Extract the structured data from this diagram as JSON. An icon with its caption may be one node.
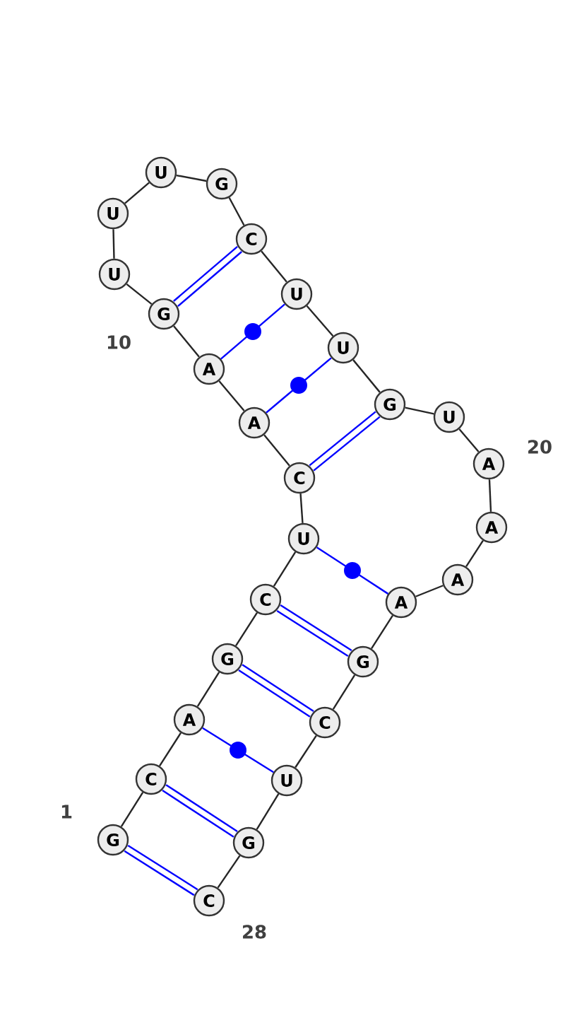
{
  "diagram": {
    "nodes": [
      {
        "text": [
          "G"
        ]
      },
      {
        "text": [
          "C"
        ]
      },
      {
        "text": [
          "A"
        ]
      },
      {
        "text": [
          "G"
        ]
      },
      {
        "text": [
          "C"
        ]
      },
      {
        "text": [
          "U"
        ]
      },
      {
        "text": [
          "C"
        ]
      },
      {
        "text": [
          "A"
        ]
      },
      {
        "text": [
          "A"
        ]
      },
      {
        "text": [
          "G"
        ]
      },
      {
        "text": [
          "U"
        ]
      },
      {
        "text": [
          "U"
        ]
      },
      {
        "text": [
          "U"
        ]
      },
      {
        "text": [
          "G"
        ]
      },
      {
        "text": [
          "C"
        ]
      },
      {
        "text": [
          "U"
        ]
      },
      {
        "text": [
          "U"
        ]
      },
      {
        "text": [
          "G"
        ]
      },
      {
        "text": [
          "U"
        ]
      },
      {
        "text": [
          "A"
        ]
      },
      {
        "text": [
          "A"
        ]
      },
      {
        "text": [
          "A"
        ]
      },
      {
        "text": [
          "A"
        ]
      },
      {
        "text": [
          "G"
        ]
      },
      {
        "text": [
          "C"
        ]
      },
      {
        "text": [
          "U"
        ]
      },
      {
        "text": [
          "G"
        ]
      },
      {
        "text": [
          "C"
        ]
      }
    ],
    "edges": [
      {
        "from": 0,
        "to": 1,
        "arrow": "none"
      },
      {
        "from": 1,
        "to": 2,
        "arrow": "none"
      },
      {
        "from": 2,
        "to": 3,
        "arrow": "none"
      },
      {
        "from": 3,
        "to": 4,
        "arrow": "none"
      },
      {
        "from": 4,
        "to": 5,
        "arrow": "none"
      },
      {
        "from": 5,
        "to": 6,
        "arrow": "none"
      },
      {
        "from": 6,
        "to": 7,
        "arrow": "none"
      },
      {
        "from": 7,
        "to": 8,
        "arrow": "none"
      },
      {
        "from": 8,
        "to": 9,
        "arrow": "none"
      },
      {
        "from": 9,
        "to": 10,
        "arrow": "none"
      },
      {
        "from": 10,
        "to": 11,
        "arrow": "none"
      },
      {
        "from": 11,
        "to": 12,
        "arrow": "none"
      },
      {
        "from": 12,
        "to": 13,
        "arrow": "none"
      },
      {
        "from": 13,
        "to": 14,
        "arrow": "none"
      },
      {
        "from": 14,
        "to": 15,
        "arrow": "none"
      },
      {
        "from": 15,
        "to": 16,
        "arrow": "none"
      },
      {
        "from": 16,
        "to": 17,
        "arrow": "none"
      },
      {
        "from": 17,
        "to": 18,
        "arrow": "none"
      },
      {
        "from": 18,
        "to": 19,
        "arrow": "none"
      },
      {
        "from": 19,
        "to": 20,
        "arrow": "none"
      },
      {
        "from": 20,
        "to": 21,
        "arrow": "none"
      },
      {
        "from": 21,
        "to": 22,
        "arrow": "none"
      },
      {
        "from": 22,
        "to": 23,
        "arrow": "none"
      },
      {
        "from": 23,
        "to": 24,
        "arrow": "none"
      },
      {
        "from": 24,
        "to": 25,
        "arrow": "none"
      },
      {
        "from": 25,
        "to": 26,
        "arrow": "none"
      },
      {
        "from": 26,
        "to": 27,
        "arrow": "none"
      },
      {
        "from": 0,
        "to": 27,
        "arrow": "none",
        "style": "thick",
        "color": "#0000ff"
      },
      {
        "from": 1,
        "to": 26,
        "arrow": "none",
        "style": "thick",
        "color": "#0000ff"
      },
      {
        "from": 2,
        "to": 25,
        "arrow": "none",
        "color": "#0000ff"
      },
      {
        "from": 3,
        "to": 24,
        "arrow": "none",
        "style": "thick",
        "color": "#0000ff"
      },
      {
        "from": 4,
        "to": 23,
        "arrow": "none",
        "style": "thick",
        "color": "#0000ff"
      },
      {
        "from": 5,
        "to": 22,
        "arrow": "none",
        "color": "#0000ff"
      },
      {
        "from": 6,
        "to": 17,
        "arrow": "none",
        "style": "thick",
        "color": "#0000ff"
      },
      {
        "from": 7,
        "to": 16,
        "arrow": "none",
        "color": "#0000ff"
      },
      {
        "from": 8,
        "to": 15,
        "arrow": "none",
        "color": "#0000ff"
      },
      {
        "from": 9,
        "to": 14,
        "arrow": "none",
        "style": "thick",
        "color": "#0000ff"
      }
    ],
    "labels": [
      "10",
      "20",
      "1",
      "28"
    ]
  }
}
